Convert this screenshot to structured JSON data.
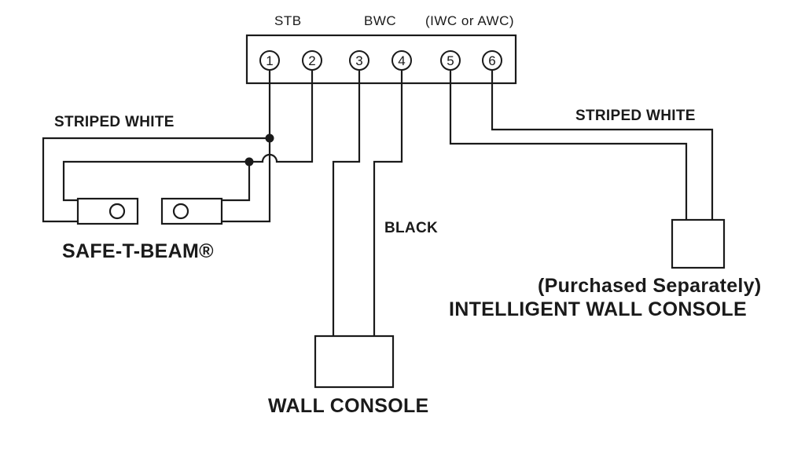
{
  "terminal_block": {
    "groups": [
      {
        "id": "stb",
        "label": "STB"
      },
      {
        "id": "bwc",
        "label": "BWC"
      },
      {
        "id": "iwc",
        "label": "(IWC or AWC)"
      }
    ],
    "terminals": [
      "1",
      "2",
      "3",
      "4",
      "5",
      "6"
    ]
  },
  "wires": {
    "left_label": "STRIPED WHITE",
    "right_label": "STRIPED WHITE",
    "middle_label": "BLACK"
  },
  "devices": {
    "safe_t_beam": "SAFE-T-BEAM®",
    "wall_console": "WALL CONSOLE",
    "intelligent_note": "(Purchased Separately)",
    "intelligent_wall_console": "INTELLIGENT WALL CONSOLE"
  },
  "colors": {
    "line": "#1a1a1a",
    "background": "#ffffff"
  }
}
